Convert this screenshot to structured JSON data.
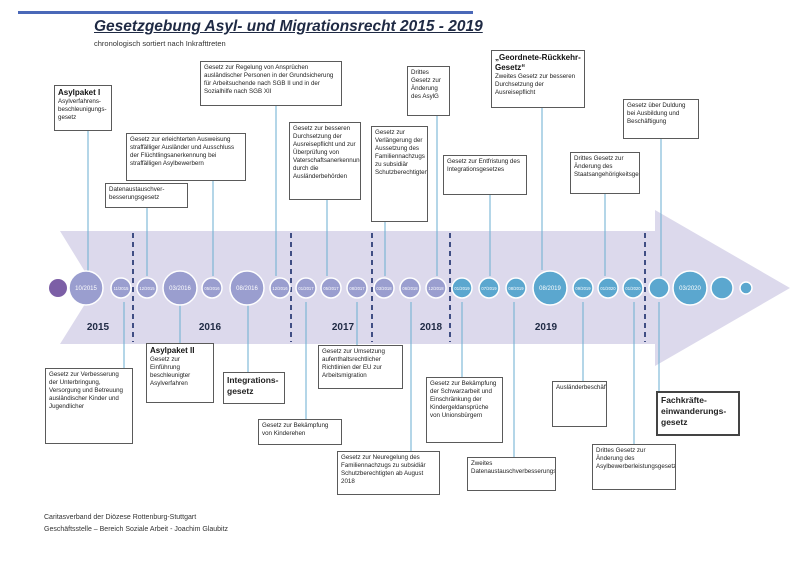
{
  "header": {
    "title": "Gesetzgebung Asyl- und Migrationsrecht 2015 - 2019",
    "subtitle": "chronologisch sortiert nach Inkrafttreten"
  },
  "colors": {
    "arrow": "#dcd9ec",
    "node": "#9a9ecf",
    "node_blue": "#5ba7cf",
    "accent_line": "#6aaed0",
    "divider": "#1a2b6a"
  },
  "years": [
    "2015",
    "2016",
    "2017",
    "2018",
    "2019"
  ],
  "nodes": [
    "10/2015",
    "11/2015",
    "12/2015",
    "03/2016",
    "05/2016",
    "08/2016",
    "12/2016",
    "01/2017",
    "05/2017",
    "08/2017",
    "03/2018",
    "06/2018",
    "12/2018",
    "01/2019",
    "07/2019",
    "08/2019",
    "08/2019",
    "09/2019",
    "01/2020",
    "01/2020",
    "03/2020"
  ],
  "boxes": {
    "asylpaket1": {
      "title": "Asylpaket I",
      "text": "Asylverfahrens-beschleunigungs-gesetz"
    },
    "datenaustausch": {
      "text": "Datenaustauschver-besserungsgesetz"
    },
    "ausweisung": {
      "text": "Gesetz zur erleichterten Ausweisung straffälliger Ausländer und Ausschluss der Flüchtlingsanerkennung bei straffälligen Asylbewerbern"
    },
    "grundsicherung": {
      "text": "Gesetz zur Regelung von Ansprüchen ausländischer Personen in der Grundsicherung für Arbeitsuchende nach SGB II und in der Sozialhilfe nach SGB XII"
    },
    "ausreisepflicht_durchsetzung": {
      "text": "Gesetz zur besseren Durchsetzung der Ausreisepflicht und zur Überprüfung von Vaterschaftsanerkennungen durch die Ausländerbehörden"
    },
    "verlaengerung": {
      "text": "Gesetz zur Verlängerung der Aussetzung des Familiennachzugs zu subsidiär Schutzberechtigten"
    },
    "asylg": {
      "text": "Drittes Gesetz zur Änderung des AsylG"
    },
    "integrationsgesetze": {
      "text": "Gesetz zur Entfristung des Integrationsgesetzes"
    },
    "geordnete": {
      "title": "„Geordnete-Rückkehr-Gesetz“",
      "text": "Zweites Gesetz zur besseren Durchsetzung der Ausreisepflicht"
    },
    "staatsangehoerigkeit": {
      "text": "Drittes Gesetz zur Änderung des Staatsangehörigkeitsgesetzes"
    },
    "duldung": {
      "text": "Gesetz über Duldung bei Ausbildung und Beschäftigung"
    },
    "unterbringung": {
      "text": "Gesetz zur Verbesserung der Unterbringung, Versorgung und Betreuung ausländischer Kinder und Jugendlicher"
    },
    "asylpaket2": {
      "title": "Asylpaket II",
      "text": "Gesetz zur Einführung beschleunigter Asylverfahren"
    },
    "integrationsgesetz": {
      "text": "Integrations-gesetz"
    },
    "kinderehen": {
      "text": "Gesetz zur Bekämpfung von Kinderehen"
    },
    "arbeitsmigration": {
      "text": "Gesetz zur Umsetzung aufenthaltsrechtlicher Richtlinien der EU zur Arbeitsmigration"
    },
    "neuregelung": {
      "text": "Gesetz zur Neuregelung des Familiennachzugs zu subsidiär Schutzberechtigten ab August 2018"
    },
    "schwarzarbeit": {
      "text": "Gesetz zur Bekämpfung der Schwarzarbeit und Einschränkung der Kindergeldansprüche von Unionsbürgern"
    },
    "datenaustausch2": {
      "text": "Zweites Datenaustauschverbesserungsgesetz"
    },
    "beschaeftigung": {
      "text": "Ausländerbeschäftigungsförderungsgesetz"
    },
    "asylbewerberleistungs": {
      "text": "Drittes Gesetz zur Änderung des Asylbewerberleistungsgesetzes"
    },
    "fachkraefte": {
      "text": "Fachkräfte-einwanderungs-gesetz"
    }
  },
  "footer": {
    "line1": "Caritasverband der Diözese Rottenburg-Stuttgart",
    "line2": "Geschäftsstelle – Bereich Soziale Arbeit - Joachim Glaubitz"
  }
}
